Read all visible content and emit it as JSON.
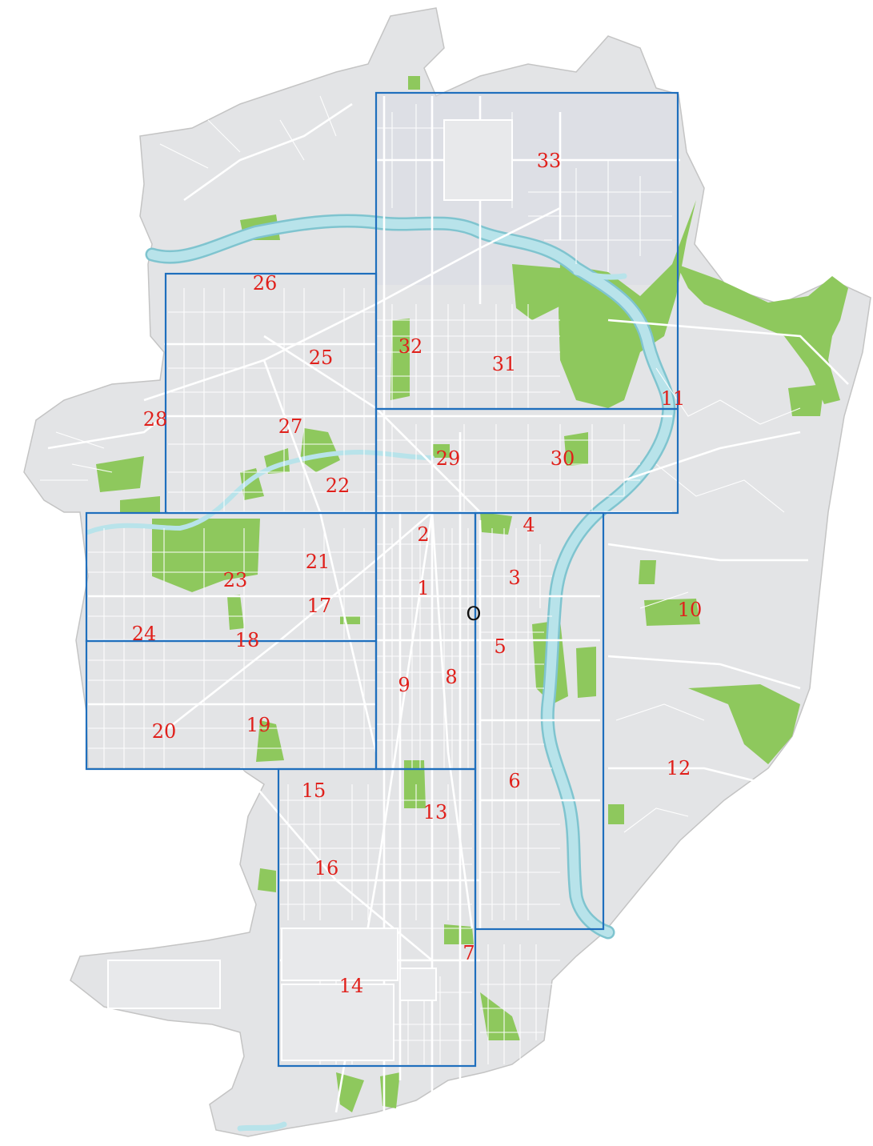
{
  "map": {
    "colors": {
      "land": "#e3e4e6",
      "land_outline": "#c4c4c4",
      "park": "#8ec85d",
      "river": "#b8e3ea",
      "river_edge": "#7fc4cf",
      "road": "#ffffff",
      "zone_border": "#1f6fbd",
      "label": "#e0201b",
      "origin": "#111111"
    },
    "origin_marker": {
      "label": "O"
    },
    "zones": [
      {
        "id": "1",
        "label": "1"
      },
      {
        "id": "2",
        "label": "2"
      },
      {
        "id": "3",
        "label": "3"
      },
      {
        "id": "4",
        "label": "4"
      },
      {
        "id": "5",
        "label": "5"
      },
      {
        "id": "6",
        "label": "6"
      },
      {
        "id": "7",
        "label": "7"
      },
      {
        "id": "8",
        "label": "8"
      },
      {
        "id": "9",
        "label": "9"
      },
      {
        "id": "10",
        "label": "10"
      },
      {
        "id": "11",
        "label": "11"
      },
      {
        "id": "12",
        "label": "12"
      },
      {
        "id": "13",
        "label": "13"
      },
      {
        "id": "14",
        "label": "14"
      },
      {
        "id": "15",
        "label": "15"
      },
      {
        "id": "16",
        "label": "16"
      },
      {
        "id": "17",
        "label": "17"
      },
      {
        "id": "18",
        "label": "18"
      },
      {
        "id": "19",
        "label": "19"
      },
      {
        "id": "20",
        "label": "20"
      },
      {
        "id": "21",
        "label": "21"
      },
      {
        "id": "22",
        "label": "22"
      },
      {
        "id": "23",
        "label": "23"
      },
      {
        "id": "24",
        "label": "24"
      },
      {
        "id": "25",
        "label": "25"
      },
      {
        "id": "26",
        "label": "26"
      },
      {
        "id": "27",
        "label": "27"
      },
      {
        "id": "28",
        "label": "28"
      },
      {
        "id": "29",
        "label": "29"
      },
      {
        "id": "30",
        "label": "30"
      },
      {
        "id": "31",
        "label": "31"
      },
      {
        "id": "32",
        "label": "32"
      },
      {
        "id": "33",
        "label": "33"
      }
    ]
  }
}
